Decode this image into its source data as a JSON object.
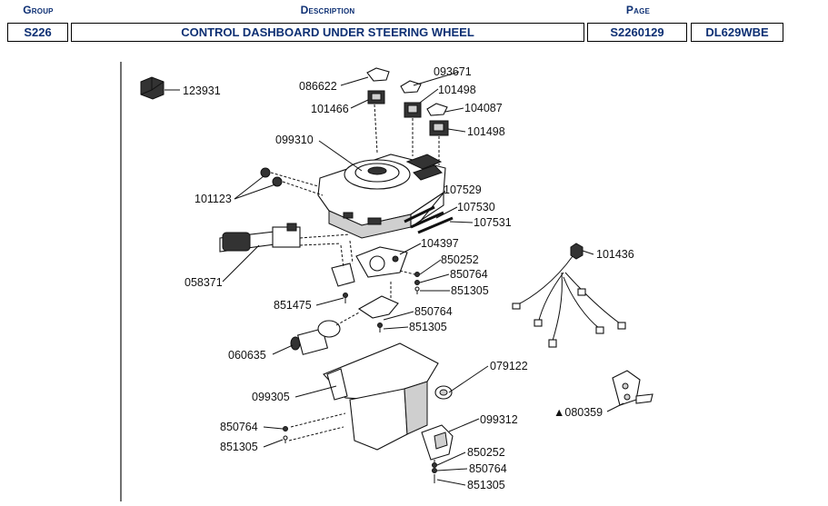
{
  "header": {
    "group_label": "Group",
    "description_label": "Description",
    "page_label": "Page",
    "group_value": "S226",
    "description_value": "CONTROL DASHBOARD UNDER STEERING WHEEL",
    "page_value": "S2260129",
    "model_value": "DL629WBE"
  },
  "callouts": [
    {
      "id": "c-123931",
      "text": "123931"
    },
    {
      "id": "c-086622",
      "text": "086622"
    },
    {
      "id": "c-093671",
      "text": "093671"
    },
    {
      "id": "c-101498a",
      "text": "101498"
    },
    {
      "id": "c-101466",
      "text": "101466"
    },
    {
      "id": "c-104087",
      "text": "104087"
    },
    {
      "id": "c-101498b",
      "text": "101498"
    },
    {
      "id": "c-099310",
      "text": "099310"
    },
    {
      "id": "c-101123",
      "text": "101123"
    },
    {
      "id": "c-107529",
      "text": "107529"
    },
    {
      "id": "c-107530",
      "text": "107530"
    },
    {
      "id": "c-107531",
      "text": "107531"
    },
    {
      "id": "c-104397",
      "text": "104397"
    },
    {
      "id": "c-850252a",
      "text": "850252"
    },
    {
      "id": "c-850764a",
      "text": "850764"
    },
    {
      "id": "c-851305a",
      "text": "851305"
    },
    {
      "id": "c-058371",
      "text": "058371"
    },
    {
      "id": "c-851475",
      "text": "851475"
    },
    {
      "id": "c-850764b",
      "text": "850764"
    },
    {
      "id": "c-851305b",
      "text": "851305"
    },
    {
      "id": "c-101436",
      "text": "101436"
    },
    {
      "id": "c-060635",
      "text": "060635"
    },
    {
      "id": "c-079122",
      "text": "079122"
    },
    {
      "id": "c-099305",
      "text": "099305"
    },
    {
      "id": "c-099312",
      "text": "099312"
    },
    {
      "id": "c-080359",
      "text": "▲080359"
    },
    {
      "id": "c-850764c",
      "text": "850764"
    },
    {
      "id": "c-851305c",
      "text": "851305"
    },
    {
      "id": "c-850252b",
      "text": "850252"
    },
    {
      "id": "c-850764d",
      "text": "850764"
    },
    {
      "id": "c-851305d",
      "text": "851305"
    }
  ]
}
